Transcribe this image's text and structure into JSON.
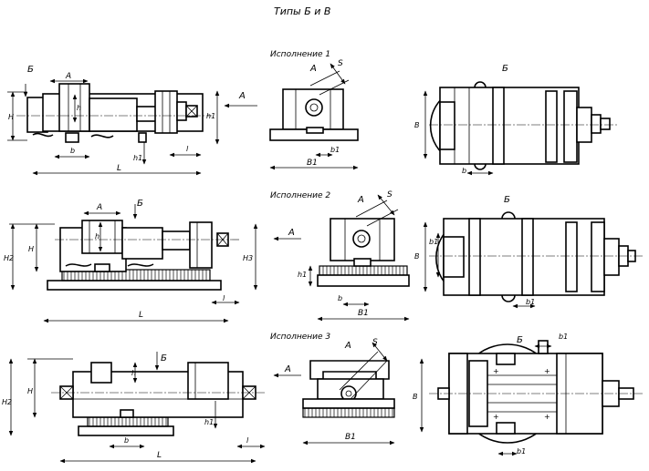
{
  "title": "Типы  Б  и  В",
  "executions": [
    {
      "label": "Исполнение 1"
    },
    {
      "label": "Исполнение 2"
    },
    {
      "label": "Исполнение 3"
    }
  ],
  "labels": {
    "a": "А",
    "b": "Б",
    "s": "S",
    "h": "h",
    "h_big": "H",
    "h1": "h1",
    "h2": "H2",
    "y": "H",
    "y2": "H2",
    "y3": "H3",
    "l": "L",
    "l_small": "l",
    "b_small": "b",
    "b1": "B1",
    "b1_small": "b1",
    "v": "B"
  }
}
